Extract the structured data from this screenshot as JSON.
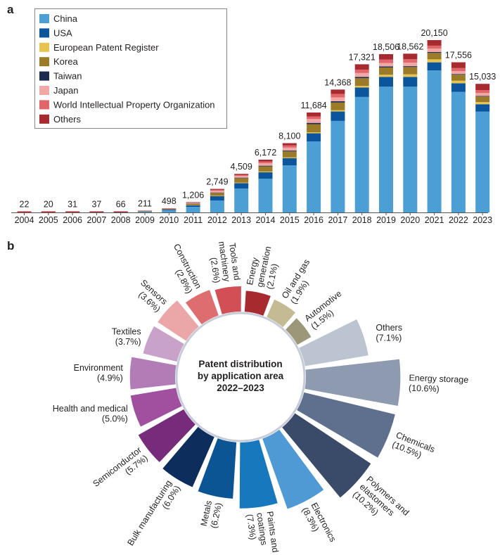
{
  "panel_a_label": "a",
  "panel_b_label": "b",
  "colors": {
    "China": "#4b9fd5",
    "USA": "#0b559d",
    "European Patent Register": "#e8c34f",
    "Korea": "#9c7b28",
    "Taiwan": "#1a2b4f",
    "Japan": "#f1a7a6",
    "World Intellectual Property Organization": "#e0666a",
    "Others": "#a72a2f"
  },
  "chart_data": [
    {
      "type": "bar",
      "stacked": true,
      "legend_position": "top-left",
      "categories": [
        "2004",
        "2005",
        "2006",
        "2007",
        "2008",
        "2009",
        "2010",
        "2011",
        "2012",
        "2013",
        "2014",
        "2015",
        "2016",
        "2017",
        "2018",
        "2019",
        "2020",
        "2021",
        "2022",
        "2023"
      ],
      "totals": [
        22,
        20,
        31,
        37,
        66,
        211,
        498,
        1206,
        2749,
        4509,
        6172,
        8100,
        11684,
        14368,
        17321,
        18506,
        18562,
        20150,
        17556,
        15033
      ],
      "total_labels": [
        "22",
        "20",
        "31",
        "37",
        "66",
        "211",
        "498",
        "1,206",
        "2,749",
        "4,509",
        "6,172",
        "8,100",
        "11,684",
        "14,368",
        "17,321",
        "18,506",
        "18,562",
        "20,150",
        "17,556",
        "15,033"
      ],
      "series": [
        {
          "name": "China",
          "values": [
            6,
            6,
            10,
            12,
            25,
            90,
            250,
            650,
            1400,
            2800,
            3950,
            5500,
            8300,
            10700,
            13500,
            14700,
            14700,
            16600,
            14100,
            11800
          ]
        },
        {
          "name": "USA",
          "values": [
            5,
            4,
            6,
            7,
            12,
            35,
            90,
            180,
            500,
            620,
            750,
            850,
            950,
            1100,
            1100,
            1150,
            1150,
            950,
            1000,
            850
          ]
        },
        {
          "name": "European Patent Register",
          "values": [
            1,
            1,
            1,
            1,
            2,
            5,
            8,
            20,
            40,
            60,
            80,
            80,
            120,
            150,
            200,
            250,
            300,
            350,
            300,
            250
          ]
        },
        {
          "name": "Korea",
          "values": [
            3,
            3,
            4,
            5,
            8,
            25,
            50,
            160,
            340,
            520,
            600,
            700,
            950,
            900,
            900,
            850,
            850,
            750,
            700,
            650
          ]
        },
        {
          "name": "Taiwan",
          "values": [
            1,
            1,
            1,
            1,
            2,
            5,
            10,
            26,
            50,
            60,
            80,
            100,
            150,
            150,
            150,
            120,
            100,
            100,
            80,
            60
          ]
        },
        {
          "name": "Japan",
          "values": [
            3,
            2,
            4,
            4,
            7,
            20,
            40,
            80,
            210,
            220,
            300,
            350,
            450,
            450,
            450,
            400,
            420,
            400,
            350,
            350
          ]
        },
        {
          "name": "World Intellectual Property Organization",
          "values": [
            1,
            1,
            2,
            3,
            5,
            15,
            25,
            40,
            100,
            120,
            200,
            250,
            300,
            400,
            400,
            400,
            400,
            350,
            350,
            350
          ]
        },
        {
          "name": "Others",
          "values": [
            2,
            2,
            3,
            4,
            5,
            16,
            25,
            50,
            109,
            109,
            212,
            270,
            464,
            518,
            621,
            636,
            642,
            650,
            676,
            723
          ]
        }
      ],
      "ylim": [
        0,
        21000
      ]
    },
    {
      "type": "radial-bar",
      "center_label": [
        "Patent distribution",
        "by application area",
        "2022–2023"
      ],
      "categories": [
        "Others",
        "Energy storage",
        "Chemicals",
        "Polymers and elastomers",
        "Electronics",
        "Paints and coatings",
        "Metals",
        "Bulk manufacturing",
        "Semiconductor",
        "Health and medical",
        "Environment",
        "Textiles",
        "Sensors",
        "Construction",
        "Tools and machinery",
        "Energy generation",
        "Oil and gas",
        "Automotive"
      ],
      "values": [
        7.1,
        10.6,
        10.5,
        10.2,
        8.3,
        7.3,
        6.2,
        6.0,
        5.7,
        5.0,
        4.9,
        3.7,
        3.6,
        2.8,
        2.6,
        2.1,
        1.9,
        1.5
      ],
      "value_labels": [
        "(7.1%)",
        "(10.6%)",
        "(10.5%)",
        "(10.2%)",
        "(8.3%)",
        "(7.3%)",
        "(6.2%)",
        "(6.0%)",
        "(5.7%)",
        "(5.0%)",
        "(4.9%)",
        "(3.7%)",
        "(3.6%)",
        "(2.8%)",
        "(2.6%)",
        "(2.1%)",
        "(1.9%)",
        "(1.5%)"
      ],
      "colors": [
        "#bcc3d1",
        "#8d9ab0",
        "#5f6f8e",
        "#3a4a69",
        "#4f9ad4",
        "#1778bd",
        "#0b5594",
        "#0d2d5c",
        "#762c7b",
        "#a0509f",
        "#b27cb7",
        "#c9a2ca",
        "#eba6a7",
        "#dd6d6f",
        "#d34f56",
        "#a72a2f",
        "#c4bb94",
        "#9c9778"
      ]
    }
  ]
}
